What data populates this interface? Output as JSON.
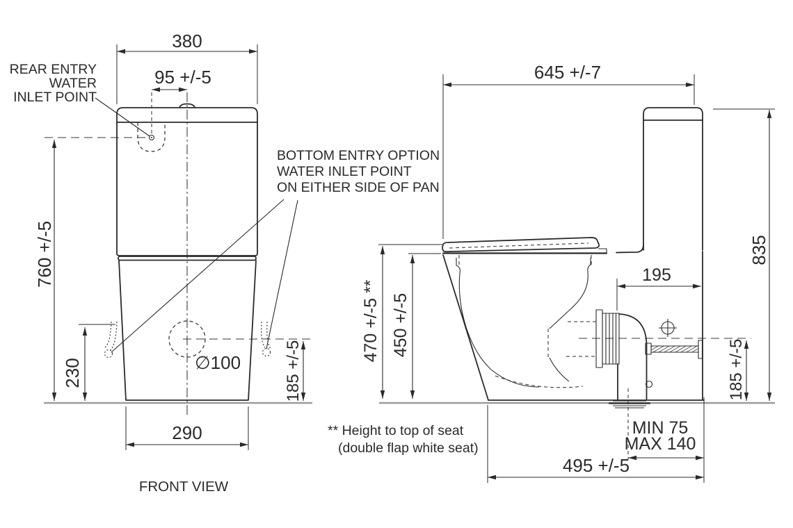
{
  "drawing": {
    "front_view": {
      "title": "FRONT VIEW",
      "callouts": {
        "rear_entry_l1": "REAR ENTRY",
        "rear_entry_l2": "WATER",
        "rear_entry_l3": "INLET POINT",
        "bottom_entry_l1": "BOTTOM ENTRY OPTION",
        "bottom_entry_l2": "WATER INLET POINT",
        "bottom_entry_l3": "ON EITHER SIDE OF PAN"
      },
      "dims": {
        "tank_width": "380",
        "inlet_offset": "95 +/-5",
        "overall_height": "760 +/-5",
        "bottom_inlet_height": "230",
        "outlet_diameter": "∅100",
        "side_entry_height": "185 +/-5",
        "base_width": "290"
      }
    },
    "side_view": {
      "dims": {
        "overall_depth": "645 +/-7",
        "overall_height": "835",
        "seat_top_height": "470 +/-5 **",
        "pan_rim_height": "450 +/-5",
        "outlet_setout": "195",
        "outlet_centre_height": "185 +/-5",
        "setout_min": "MIN 75",
        "setout_max": "MAX 140",
        "base_depth": "495 +/-5"
      },
      "footnote_l1": "** Height to top of seat",
      "footnote_l2": "(double flap white seat)"
    },
    "colors": {
      "line": "#2a2a2a",
      "reference_gray": "#9b9b9b",
      "background": "#ffffff"
    }
  }
}
